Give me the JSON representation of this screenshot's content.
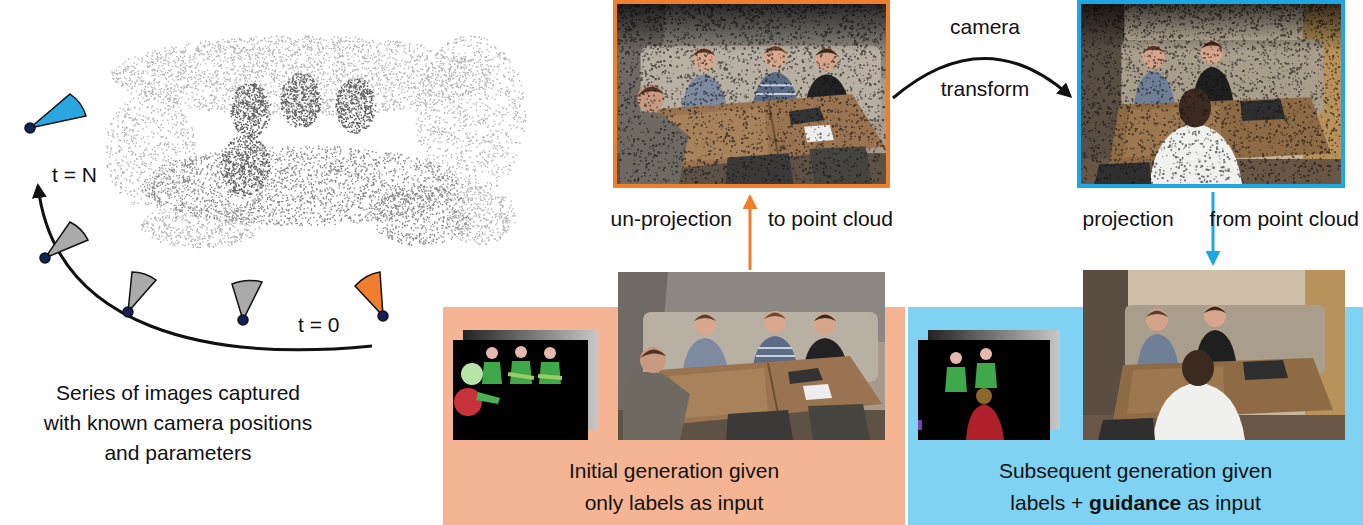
{
  "diagram": {
    "nodes": [
      {
        "text": [
          "Initial generation given only labels as input"
        ]
      },
      {
        "text": [
          "Subsequent generation given labels + guidance as input"
        ]
      }
    ],
    "labels": [
      "t = N",
      "t = 0",
      "Series of images captured with known camera positions and parameters",
      "camera",
      "transform",
      "un-projection to point cloud",
      "projection from point cloud"
    ]
  }
}
